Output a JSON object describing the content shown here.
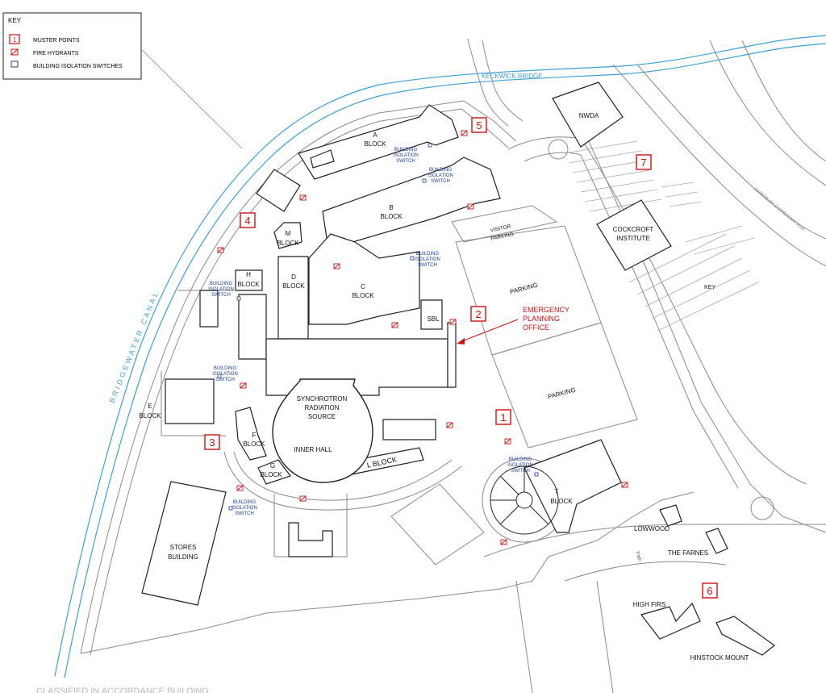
{
  "key": {
    "title": "KEY",
    "items": [
      {
        "symbol": "1",
        "label": "MUSTER POINTS"
      },
      {
        "symbol": "fire-hydrant-icon",
        "label": "FIRE HYDRANTS"
      },
      {
        "symbol": "isolation-switch-icon",
        "label": "BUILDING ISOLATION SWITCHES"
      }
    ]
  },
  "waterways": {
    "canal": "BRIDGEWATER CANAL",
    "bridge": "KECKWICK BRIDGE"
  },
  "road": "DARESBURY EXPRESSWAY A558",
  "buildings": {
    "a_block": [
      "A",
      "BLOCK"
    ],
    "b_block": [
      "B",
      "BLOCK"
    ],
    "c_block": [
      "C",
      "BLOCK"
    ],
    "d_block": [
      "D",
      "BLOCK"
    ],
    "e_block": [
      "E",
      "BLOCK"
    ],
    "f_block": [
      "F",
      "BLOCK"
    ],
    "g_block": [
      "G",
      "BLOCK"
    ],
    "h_block": [
      "H",
      "BLOCK"
    ],
    "m_block": [
      "M",
      "BLOCK"
    ],
    "l_block": "L BLOCK",
    "t_block": [
      "T",
      "BLOCK"
    ],
    "sbl": "SBL",
    "srs": [
      "SYNCHROTRON",
      "RADIATION",
      "SOURCE"
    ],
    "inner_hall": "INNER HALL",
    "stores": [
      "STORES",
      "BUILDING"
    ],
    "nwda": "NWDA",
    "cockcroft": [
      "COCKCROFT",
      "INSTITUTE"
    ],
    "lowwood": "LOWWOOD",
    "farnes": "THE FARNES",
    "high_firs": "HIGH FIRS",
    "hinstock": "HINSTOCK MOUNT"
  },
  "areas": {
    "visitor_parking": [
      "VISITOR",
      "PARKING"
    ],
    "parking": "PARKING",
    "key_label": "KEY",
    "path": "Path"
  },
  "emergency_office": [
    "EMERGENCY",
    "PLANNING",
    "OFFICE"
  ],
  "isolation_switch_label": [
    "BUILDING",
    "ISOLATION",
    "SWITCH"
  ],
  "muster_points": [
    "1",
    "2",
    "3",
    "4",
    "5",
    "6",
    "7"
  ],
  "footer_blurred": "CLASSIFIED IN ACCORDANCE BUILDING",
  "colors": {
    "muster": "#d01010",
    "hydrant": "#d01010",
    "switch_text": "#1a3c9c",
    "water": "#3aa0d8",
    "line": "#222222",
    "light_line": "#8a8a8a"
  }
}
